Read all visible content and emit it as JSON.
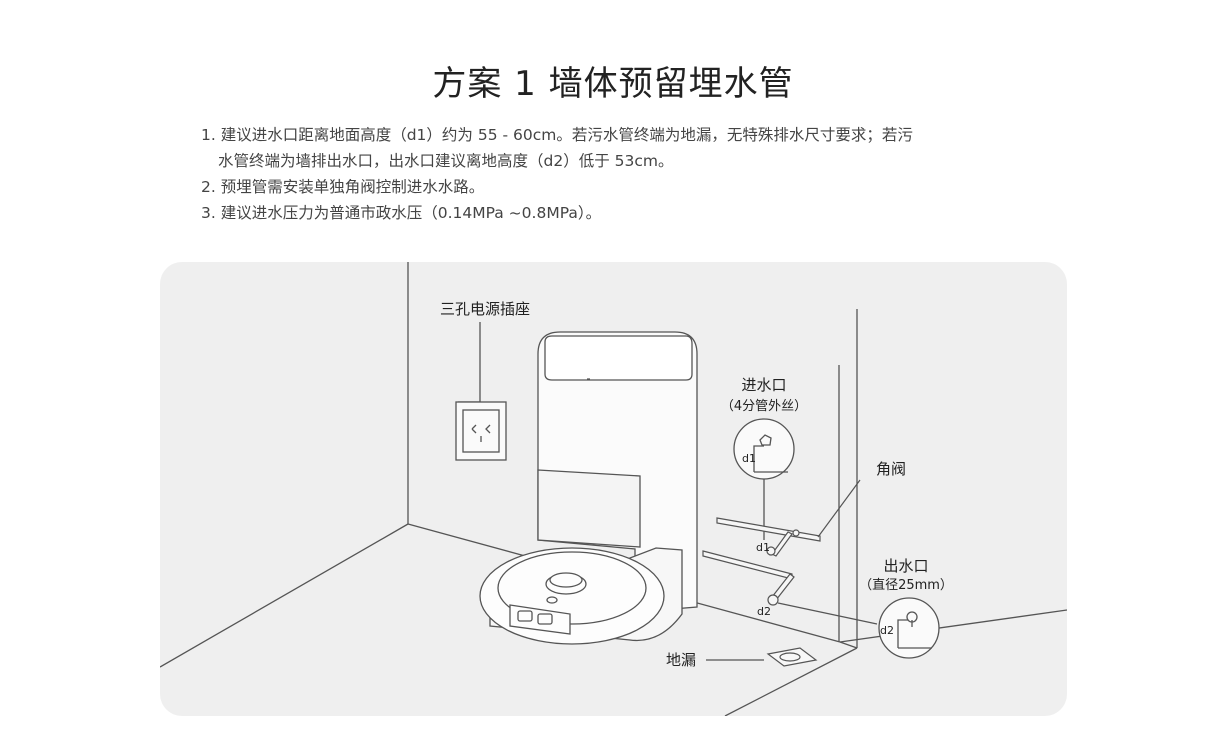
{
  "header": {
    "title": "方案 1 墙体预留埋水管"
  },
  "notes": {
    "n1_line1": "1. 建议进水口距离地面高度（d1）约为 55 - 60cm。若污水管终端为地漏，无特殊排水尺寸要求；若污",
    "n1_line2": "水管终端为墙排出水口，出水口建议离地高度（d2）低于 53cm。",
    "n2": "2. 预埋管需安装单独角阀控制进水水路。",
    "n3": "3. 建议进水压力为普通市政水压（0.14MPa ~0.8MPa）。"
  },
  "diagram": {
    "socket_label": "三孔电源插座",
    "inlet_label": "进水口",
    "inlet_sub": "（4分管外丝）",
    "valve_label": "角阀",
    "outlet_label": "出水口",
    "outlet_sub": "（直径25mm）",
    "drain_label": "地漏",
    "d1": "d1",
    "d2": "d2"
  },
  "colors": {
    "panel_bg": "#efefef",
    "line": "#555555",
    "title": "#222222"
  }
}
